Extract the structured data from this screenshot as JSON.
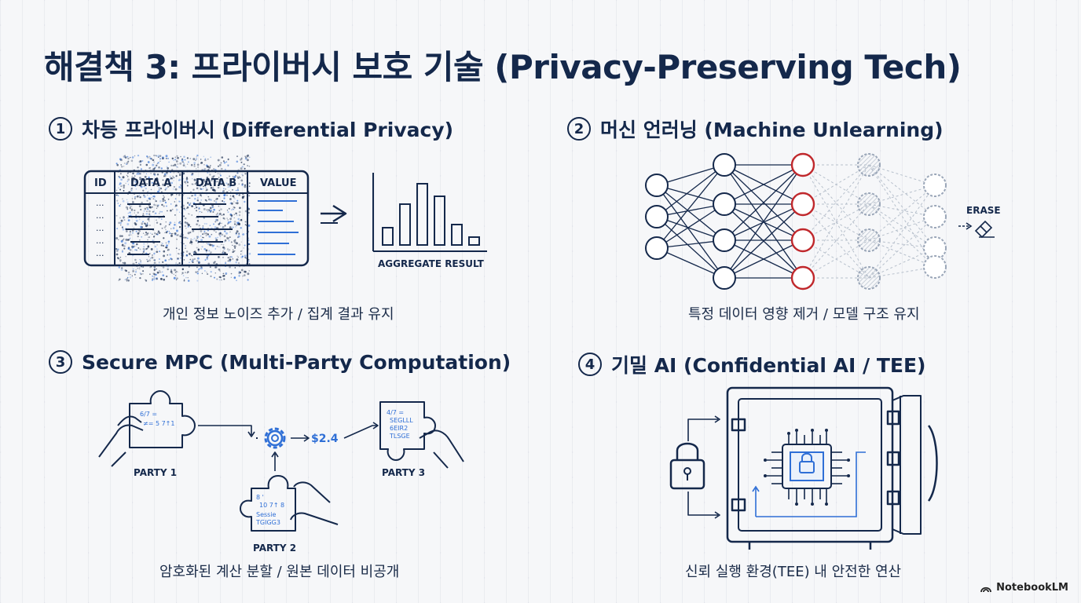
{
  "title": "해결책 3: 프라이버시 보호 기술 (Privacy-Preserving Tech)",
  "sections": [
    {
      "num": "1",
      "title": "차등 프라이버시 (Differential Privacy)",
      "caption": "개인 정보 노이즈 추가 / 집계 결과 유지",
      "table_headers": [
        "ID",
        "DATA A",
        "DATA B",
        "VALUE"
      ],
      "row_placeholder": "...",
      "result_label": "AGGREGATE RESULT"
    },
    {
      "num": "2",
      "title": "머신 언러닝 (Machine Unlearning)",
      "caption": "특정 데이터 영향 제거 / 모델 구조 유지",
      "erase_label": "ERASE"
    },
    {
      "num": "3",
      "title": "Secure MPC (Multi-Party Computation)",
      "caption": "암호화된 계산 분할 / 원본 데이터 비공개",
      "party1": "PARTY 1",
      "party2": "PARTY 2",
      "party3": "PARTY 3",
      "result_value": "$2.4"
    },
    {
      "num": "4",
      "title": "기밀 AI (Confidential AI / TEE)",
      "caption": "신뢰 실행 환경(TEE) 내 안전한 연산"
    }
  ],
  "brand": "NotebookLM",
  "colors": {
    "navy": "#14284b",
    "accent_blue": "#2f6fd6",
    "red": "#c0282c"
  }
}
